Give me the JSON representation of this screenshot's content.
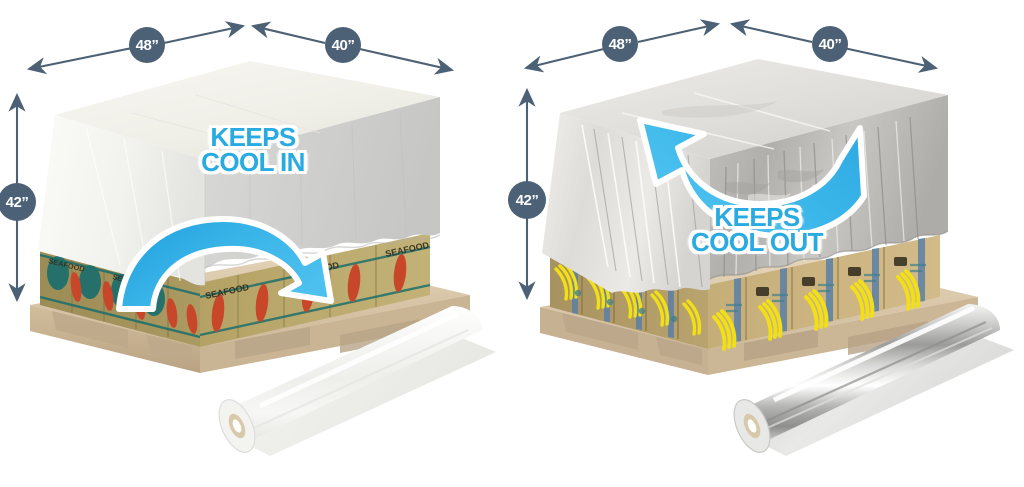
{
  "page": {
    "title": "Pallet Cover Comparison Diagram",
    "background_color": "#ffffff"
  },
  "theme": {
    "badge_fill": "#4c6175",
    "badge_text": "#ffffff",
    "dimension_line": "#4c6175",
    "callout_text": "#29ABE2",
    "callout_outline": "#ffffff",
    "arrow_fill": "#29ABE2",
    "arrow_outline": "#ffffff",
    "pallet_wood": "#d9c4a6",
    "seafood_box": "#b9a86a",
    "seafood_accent": "#1f6f6b",
    "lobster_red": "#c8472a",
    "banana_box": "#c4ad79",
    "banana_yellow": "#f2e016",
    "banana_blue": "#5a7fa8",
    "white_film": "#f2f2ef",
    "silver_film": "#b8bbbd"
  },
  "panels": [
    {
      "id": "white-cover-panel",
      "name": "white-pallet-cover",
      "cover_type": "white",
      "cargo": "seafood",
      "dimensions": {
        "width_left": "48”",
        "width_right": "40”",
        "height": "42”"
      },
      "callout": {
        "line1": "KEEPS",
        "line2": "COOL IN",
        "full": "KEEPS\nCOOL IN"
      },
      "arrow": {
        "semantic": "arch-arrow-right",
        "direction": "right",
        "meaning": "cool air retained inside"
      },
      "box_label": "SEAFOOD",
      "box_count_front": 6,
      "roll": {
        "name": "white-film-roll",
        "color": "#f2f2ef"
      }
    },
    {
      "id": "silver-cover-panel",
      "name": "silver-pallet-cover",
      "cover_type": "silver",
      "cargo": "bananas",
      "dimensions": {
        "width_left": "48”",
        "width_right": "40”",
        "height": "42”"
      },
      "callout": {
        "line1": "KEEPS",
        "line2": "COOL OUT",
        "full": "KEEPS\nCOOL OUT"
      },
      "arrow": {
        "semantic": "curved-arrow-left",
        "direction": "left-up",
        "meaning": "heat deflected away from outside"
      },
      "box_label": "",
      "box_count_front": 6,
      "roll": {
        "name": "silver-foil-roll",
        "color": "#b8bbbd"
      }
    }
  ]
}
